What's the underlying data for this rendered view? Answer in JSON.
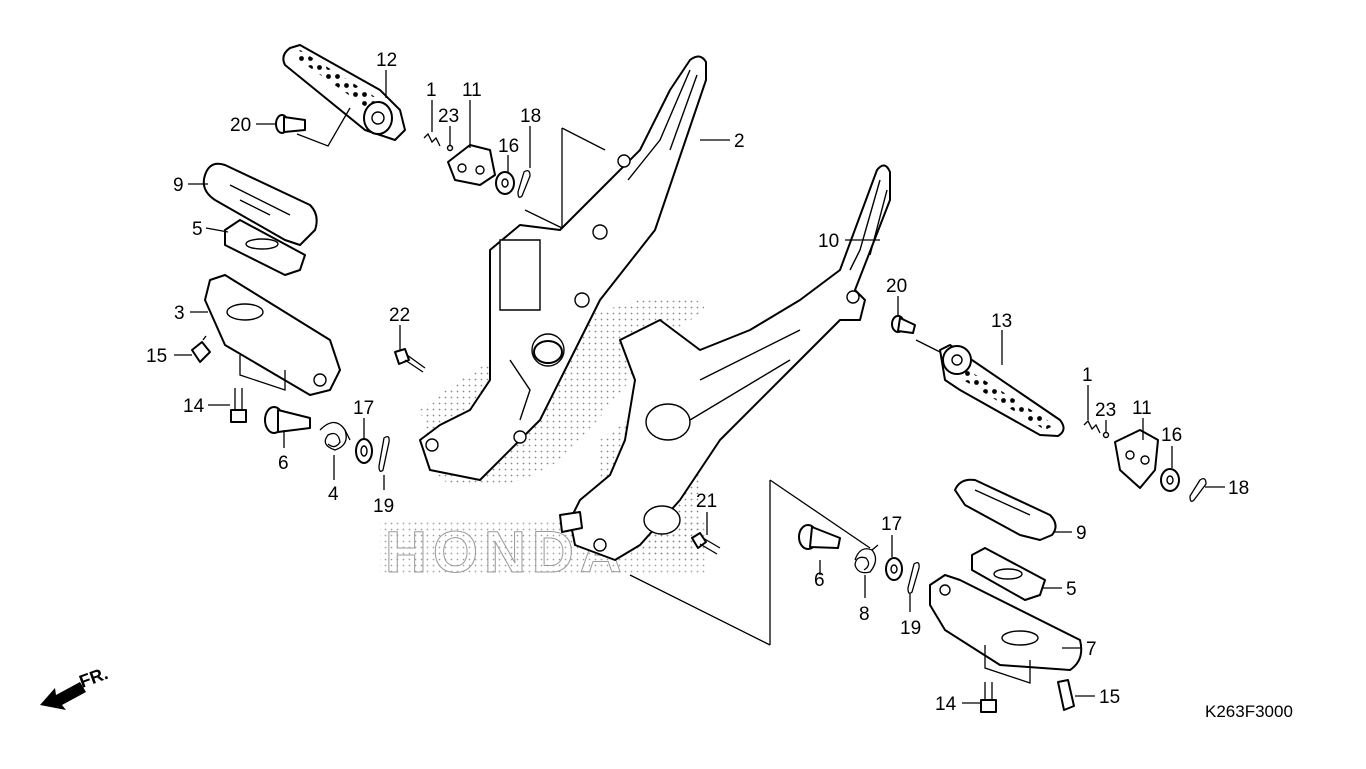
{
  "diagram_code": "K263F3000",
  "front_marker": "FR.",
  "watermark_text": "HONDA",
  "callouts": [
    {
      "id": "c12",
      "text": "12"
    },
    {
      "id": "c1a",
      "text": "1"
    },
    {
      "id": "c11a",
      "text": "11"
    },
    {
      "id": "c23a",
      "text": "23"
    },
    {
      "id": "c18a",
      "text": "18"
    },
    {
      "id": "c16a",
      "text": "16"
    },
    {
      "id": "c20a",
      "text": "20"
    },
    {
      "id": "c2",
      "text": "2"
    },
    {
      "id": "c9a",
      "text": "9"
    },
    {
      "id": "c5a",
      "text": "5"
    },
    {
      "id": "c3",
      "text": "3"
    },
    {
      "id": "c22",
      "text": "22"
    },
    {
      "id": "c15a",
      "text": "15"
    },
    {
      "id": "c14a",
      "text": "14"
    },
    {
      "id": "c17a",
      "text": "17"
    },
    {
      "id": "c6a",
      "text": "6"
    },
    {
      "id": "c4",
      "text": "4"
    },
    {
      "id": "c19a",
      "text": "19"
    },
    {
      "id": "c10",
      "text": "10"
    },
    {
      "id": "c20b",
      "text": "20"
    },
    {
      "id": "c13",
      "text": "13"
    },
    {
      "id": "c1b",
      "text": "1"
    },
    {
      "id": "c23b",
      "text": "23"
    },
    {
      "id": "c11b",
      "text": "11"
    },
    {
      "id": "c16b",
      "text": "16"
    },
    {
      "id": "c18b",
      "text": "18"
    },
    {
      "id": "c21",
      "text": "21"
    },
    {
      "id": "c17b",
      "text": "17"
    },
    {
      "id": "c9b",
      "text": "9"
    },
    {
      "id": "c6b",
      "text": "6"
    },
    {
      "id": "c8",
      "text": "8"
    },
    {
      "id": "c19b",
      "text": "19"
    },
    {
      "id": "c5b",
      "text": "5"
    },
    {
      "id": "c7",
      "text": "7"
    },
    {
      "id": "c14b",
      "text": "14"
    },
    {
      "id": "c15b",
      "text": "15"
    }
  ]
}
